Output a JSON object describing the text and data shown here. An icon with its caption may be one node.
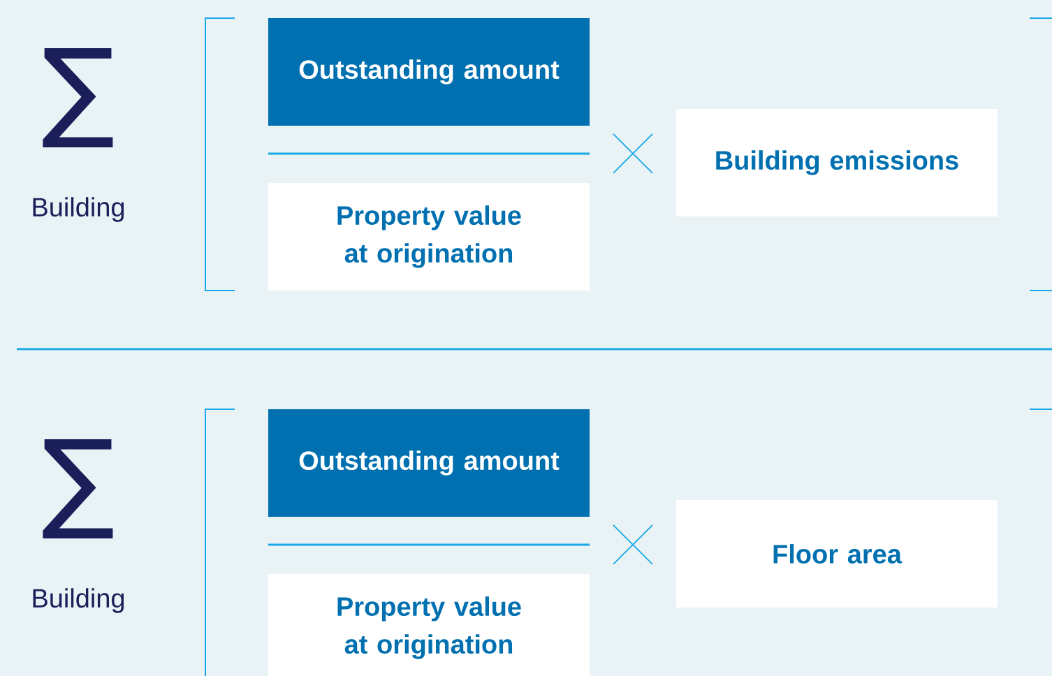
{
  "diagram": {
    "nodes": [
      {
        "text": [
          "Outstanding amount"
        ]
      },
      {
        "text": [
          "Property value at origination"
        ]
      },
      {
        "text": [
          "Building emissions"
        ]
      },
      {
        "text": [
          "Outstanding amount"
        ]
      },
      {
        "text": [
          "Property value at origination"
        ]
      },
      {
        "text": [
          "Floor area"
        ]
      }
    ],
    "labels": [
      "∑",
      "Building",
      "∑",
      "Building"
    ]
  }
}
